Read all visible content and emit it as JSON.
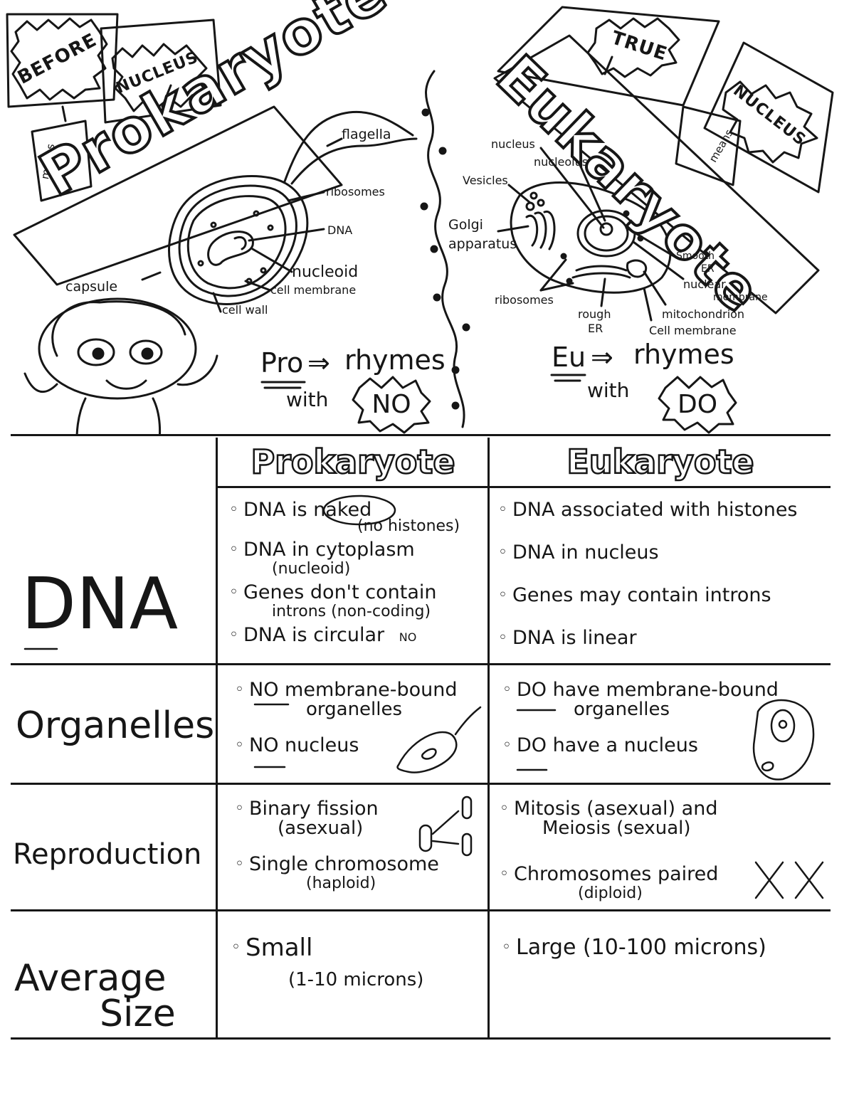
{
  "header": {
    "prokaryote": {
      "burst_before": "BEFORE",
      "burst_nucleus": "NUCLEUS",
      "means": "means",
      "title": "Prokaryote",
      "diagram_labels": {
        "flagella": "flagella",
        "ribosomes": "ribosomes",
        "dna": "DNA",
        "nucleoid": "nucleoid",
        "cell_membrane": "cell membrane",
        "cell_wall": "cell wall",
        "capsule": "capsule"
      },
      "rhyme": {
        "prefix": "Pro",
        "arrow": "⇒",
        "rhymes": "rhymes",
        "with": "with",
        "word": "NO"
      }
    },
    "eukaryote": {
      "burst_true": "TRUE",
      "burst_nucleus": "NUCLEUS",
      "means": "means",
      "title": "Eukaryote",
      "diagram_labels": {
        "nucleus": "nucleus",
        "nucleolus": "nucleolus",
        "vesicles": "Vesicles",
        "golgi_1": "Golgi",
        "golgi_2": "apparatus",
        "ribosomes": "ribosomes",
        "smooth_er_1": "Smooth",
        "smooth_er_2": "ER",
        "nuclear_membrane_1": "nuclear",
        "nuclear_membrane_2": "membrane",
        "mitochondrion": "mitochondrion",
        "rough_er_1": "rough",
        "rough_er_2": "ER",
        "cell_membrane": "Cell membrane"
      },
      "rhyme": {
        "prefix": "Eu",
        "arrow": "⇒",
        "rhymes": "rhymes",
        "with": "with",
        "word": "DO"
      }
    }
  },
  "table": {
    "columns": [
      "Prokaryote",
      "Eukaryote"
    ],
    "rows": [
      {
        "heading": "DNA",
        "prokaryote": [
          {
            "text": "DNA is naked",
            "note": "(no histones)"
          },
          {
            "text": "DNA in cytoplasm",
            "note": "(nucleoid)"
          },
          {
            "text": "Genes don't contain",
            "note": "introns (non-coding)"
          },
          {
            "text": "DNA is circular",
            "note": "NO"
          }
        ],
        "eukaryote": [
          {
            "text": "DNA associated with histones"
          },
          {
            "text": "DNA in nucleus"
          },
          {
            "text": "Genes may contain introns"
          },
          {
            "text": "DNA is linear"
          }
        ]
      },
      {
        "heading": "Organelles",
        "prokaryote": [
          {
            "text": "NO membrane-bound",
            "note": "organelles"
          },
          {
            "text": "NO nucleus"
          }
        ],
        "eukaryote": [
          {
            "text": "DO have membrane-bound",
            "note": "organelles"
          },
          {
            "text": "DO have a nucleus"
          }
        ]
      },
      {
        "heading": "Reproduction",
        "prokaryote": [
          {
            "text": "Binary fission",
            "note": "(asexual)"
          },
          {
            "text": "Single chromosome",
            "note": "(haploid)"
          }
        ],
        "eukaryote": [
          {
            "text": "Mitosis (asexual) and",
            "note": "Meiosis (sexual)"
          },
          {
            "text": "Chromosomes paired",
            "note": "(diploid)"
          }
        ]
      },
      {
        "heading_1": "Average",
        "heading_2": "Size",
        "prokaryote": [
          {
            "text": "Small",
            "note": "(1-10 microns)"
          }
        ],
        "eukaryote": [
          {
            "text": "Large (10-100 microns)"
          }
        ]
      }
    ]
  }
}
